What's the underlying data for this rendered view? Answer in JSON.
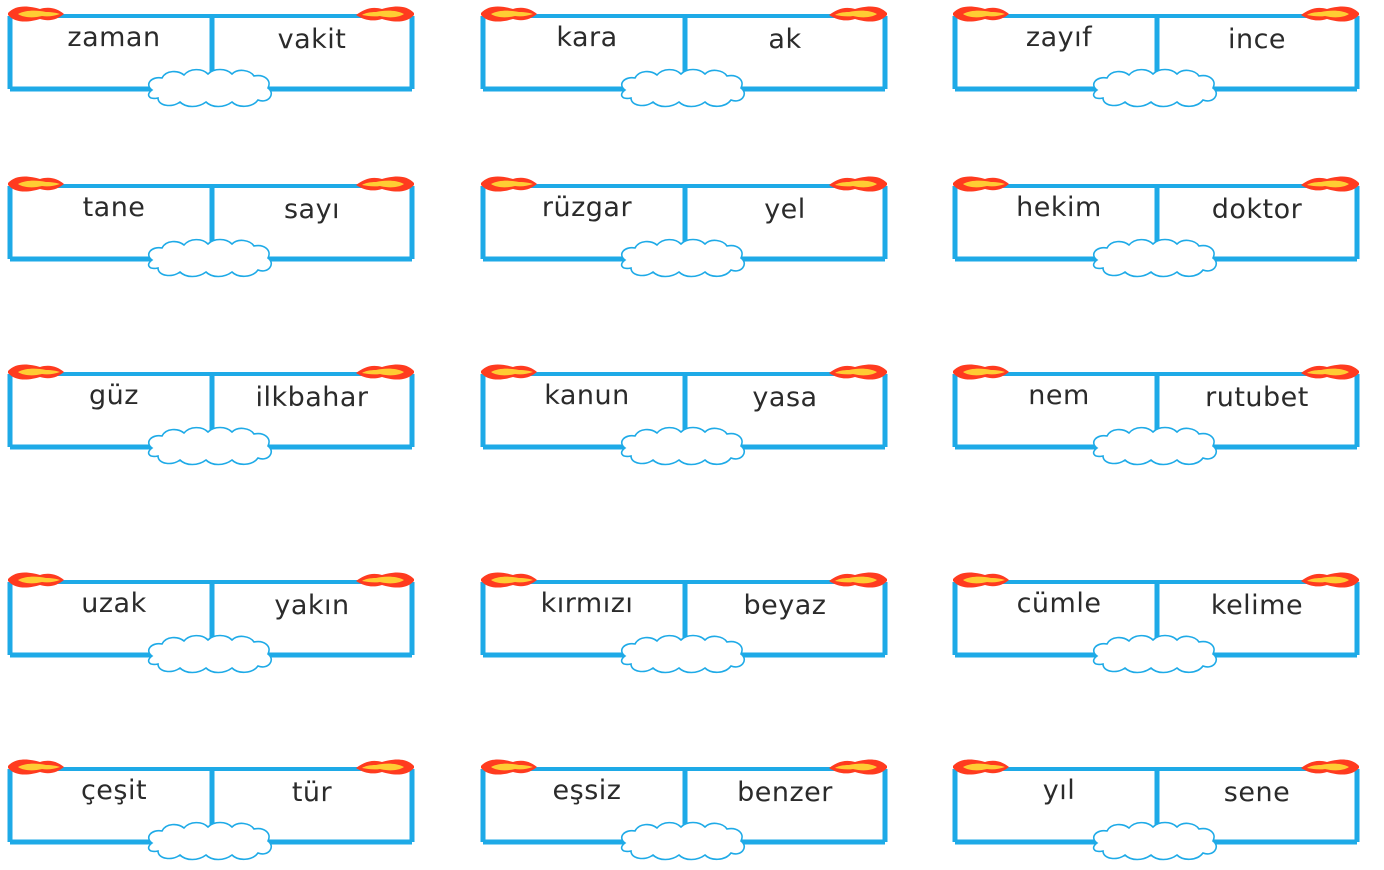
{
  "colors": {
    "frame": "#1eaae7",
    "flame_outer": "#ff3b1f",
    "flame_inner": "#ffcc33",
    "cloud_stroke": "#1eaae7",
    "text": "#2b2b2b"
  },
  "icons": {
    "left_decoration": "flame-arrow-right-icon",
    "right_decoration": "flame-arrow-left-icon",
    "center_decoration": "cloud-shape"
  },
  "pairs": [
    {
      "left": "zaman",
      "right": "vakit"
    },
    {
      "left": "kara",
      "right": "ak"
    },
    {
      "left": "zayıf",
      "right": "ince"
    },
    {
      "left": "tane",
      "right": "sayı"
    },
    {
      "left": "rüzgar",
      "right": "yel"
    },
    {
      "left": "hekim",
      "right": "doktor"
    },
    {
      "left": "güz",
      "right": "ilkbahar"
    },
    {
      "left": "kanun",
      "right": "yasa"
    },
    {
      "left": "nem",
      "right": "rutubet"
    },
    {
      "left": "uzak",
      "right": "yakın"
    },
    {
      "left": "kırmızı",
      "right": "beyaz"
    },
    {
      "left": "cümle",
      "right": "kelime"
    },
    {
      "left": "çeşit",
      "right": "tür"
    },
    {
      "left": "eşsiz",
      "right": "benzer"
    },
    {
      "left": "yıl",
      "right": "sene"
    }
  ]
}
